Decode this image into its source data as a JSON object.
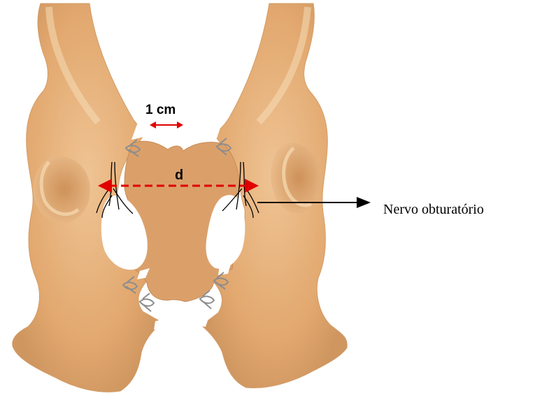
{
  "labels": {
    "gap_width": "1 cm",
    "distance": "d",
    "nerve": "Nervo obturatório"
  },
  "colors": {
    "bone": "#e6b07c",
    "bone_light": "#f4d3a6",
    "bone_shadow": "#c98e5a",
    "measure_arrow": "#e00000",
    "suture": "#9a9a9a",
    "nerve": "#000000",
    "pointer": "#000000"
  }
}
